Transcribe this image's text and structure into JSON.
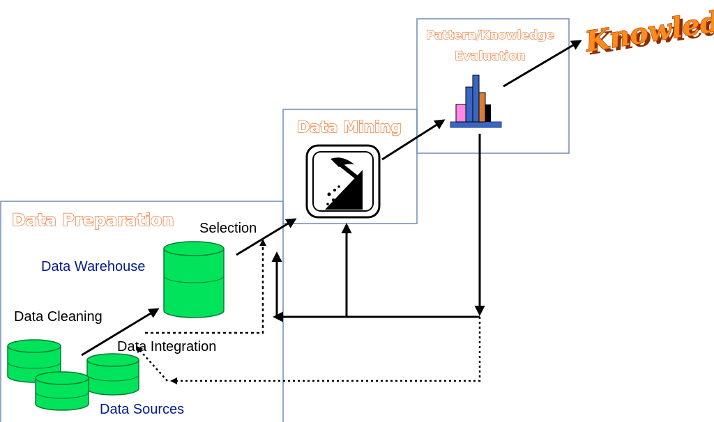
{
  "stages": {
    "data_preparation": "Data Preparation",
    "data_mining": "Data Mining",
    "evaluation_line1": "Pattern/Knowledge",
    "evaluation_line2": "Evaluation",
    "knowledge": "Knowledge"
  },
  "labels": {
    "selection": "Selection",
    "data_warehouse": "Data Warehouse",
    "data_cleaning": "Data Cleaning",
    "data_integration": "Data Integration",
    "data_sources": "Data Sources"
  },
  "colors": {
    "box_border": "#6f8bb8",
    "stage_title": "#f07e3e",
    "cylinder_fill": "#00e35a",
    "cylinder_stroke": "#0a7a33",
    "blue_text": "#001a8c",
    "knowledge": "#ff8a1e"
  },
  "icons": {
    "mining": "pickaxe-icon",
    "evaluation": "bar-chart-icon"
  }
}
